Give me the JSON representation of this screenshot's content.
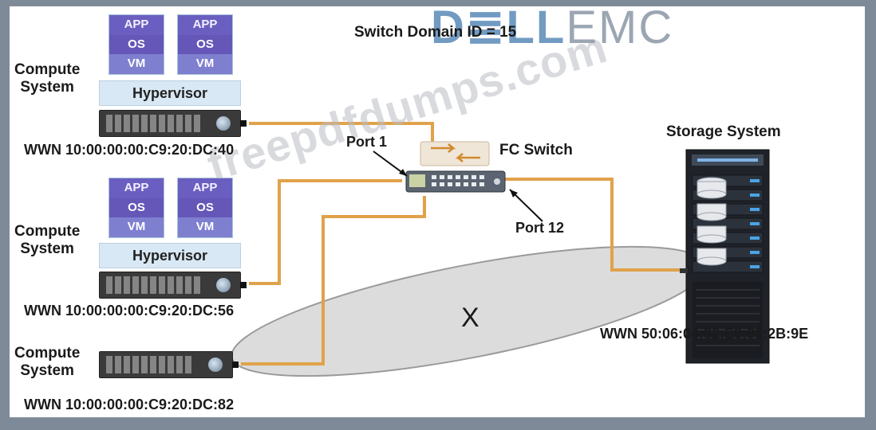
{
  "brand": {
    "bold": "D≣LL",
    "light": "EMC"
  },
  "watermark": "freepdfdumps.com",
  "switch_domain": "Switch Domain ID = 15",
  "vm_stack": {
    "app": "APP",
    "os": "OS",
    "vm": "VM"
  },
  "hypervisor_label": "Hypervisor",
  "compute_system_label": "Compute\nSystem",
  "compute_systems": [
    {
      "wwn": "WWN 10:00:00:00:C9:20:DC:40"
    },
    {
      "wwn": "WWN 10:00:00:00:C9:20:DC:56"
    },
    {
      "wwn": "WWN 10:00:00:00:C9:20:DC:82"
    }
  ],
  "fc_switch": {
    "label": "FC Switch",
    "port1": "Port 1",
    "port12": "Port 12"
  },
  "storage": {
    "label": "Storage System",
    "wwn": "WWN 50:06:04:82:E8:91:2B:9E"
  },
  "zone_label": "X",
  "colors": {
    "cable": "#e0a24a",
    "zone_fill": "#dcdcdc",
    "zone_stroke": "#9a9a9a"
  }
}
